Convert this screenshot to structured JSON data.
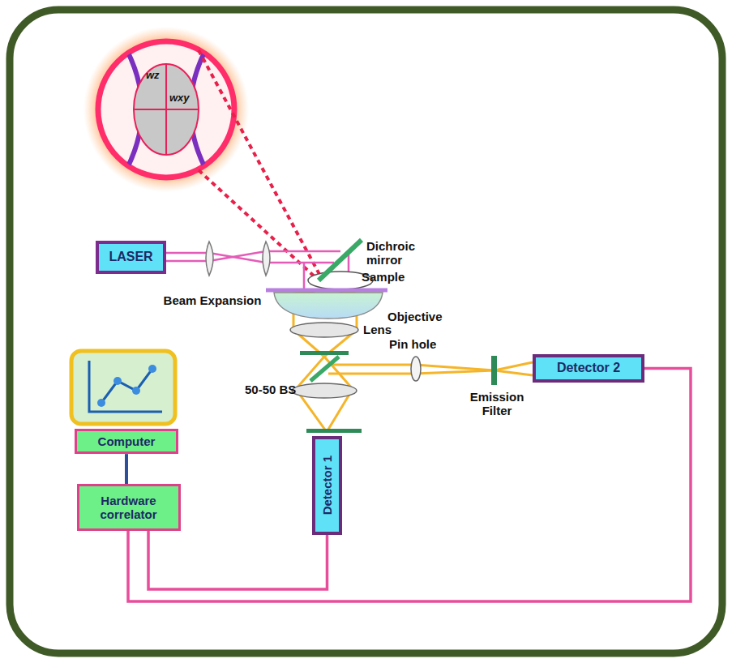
{
  "diagram": {
    "nodes": [
      {
        "text": [
          "LASER"
        ]
      },
      {
        "text": [
          "Detector 2"
        ]
      },
      {
        "text": [
          "Computer"
        ]
      },
      {
        "text": [
          "Hardware correlator"
        ]
      },
      {
        "text": [
          "Detector 1"
        ]
      }
    ],
    "edges": [
      {
        "from": 1,
        "to": 3,
        "arrow": "none"
      },
      {
        "from": 4,
        "to": 3,
        "arrow": "none"
      },
      {
        "from": 3,
        "to": 2,
        "arrow": "none"
      }
    ],
    "labels": [
      "wz",
      "wxy",
      "Sample",
      "Objective",
      "Beam Expansion",
      "Dichroic mirror",
      "Lens",
      "Pin hole",
      "50-50 BS",
      "Emission Filter"
    ]
  }
}
